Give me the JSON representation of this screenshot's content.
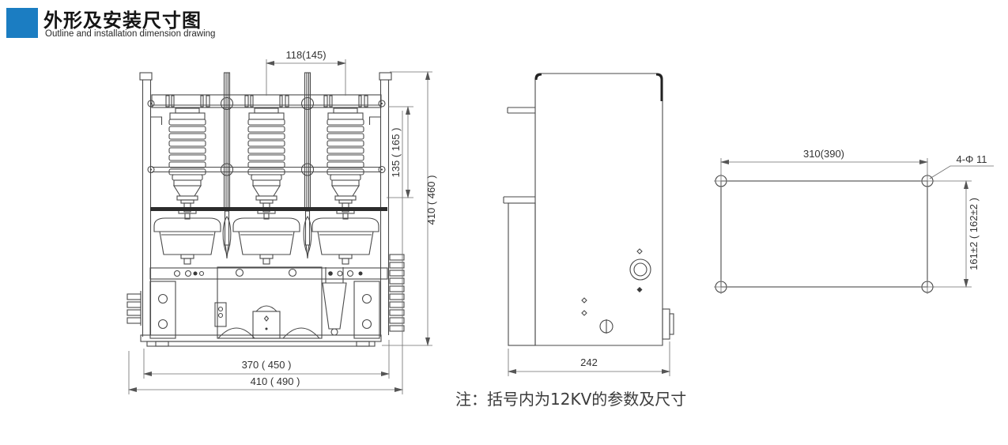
{
  "header": {
    "title": "外形及安装尺寸图",
    "subtitle": "Outline and installation dimension drawing",
    "accent_color": "#1b7dc2"
  },
  "front_view": {
    "dim_pole_spacing": "118(145)",
    "dim_upper_height": "135 ( 165 )",
    "dim_total_height": "410 ( 460 )",
    "dim_mount_width": "370 ( 450 )",
    "dim_total_width": "410 ( 490 )"
  },
  "side_view": {
    "dim_depth": "242"
  },
  "mounting_view": {
    "dim_hole_spacing_h": "310(390)",
    "dim_hole_spacing_v": "161±2 ( 162±2 )",
    "holes_label": "4-Φ 11"
  },
  "note": "注：括号内为12KV的参数及尺寸"
}
